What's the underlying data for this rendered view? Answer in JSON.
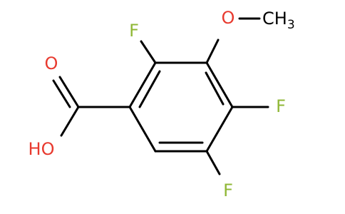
{
  "molecule": {
    "name": "",
    "atoms": {
      "f_top": {
        "label": "F",
        "color": "#8fb735"
      },
      "f_right": {
        "label": "F",
        "color": "#8fb735"
      },
      "f_bottom": {
        "label": "F",
        "color": "#8fb735"
      },
      "o_methoxy": {
        "label": "O",
        "color": "#e83a2f"
      },
      "ch3": {
        "label": "CH",
        "subscript": "3",
        "color": "#000000"
      },
      "o_carbonyl": {
        "label": "O",
        "color": "#e83a2f"
      },
      "oh": {
        "label": "HO",
        "color": "#e83a2f"
      }
    },
    "bond_color": "#000000"
  }
}
